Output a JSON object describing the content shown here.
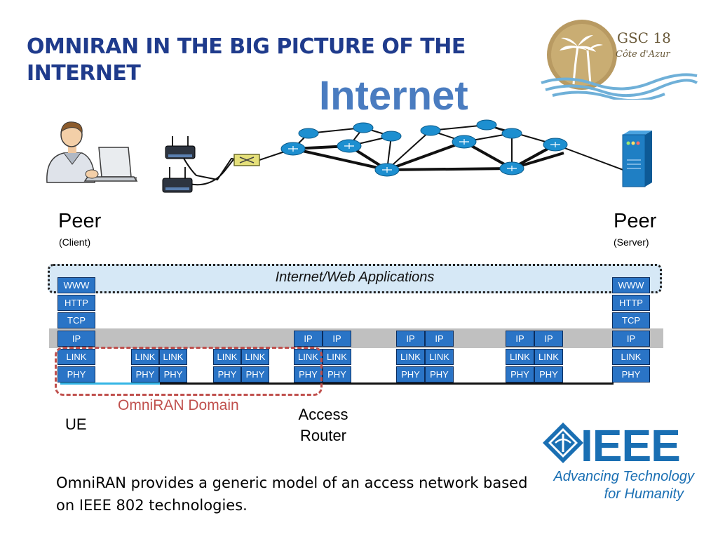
{
  "slide": {
    "title": "OMNIRAN IN THE BIG PICTURE OF THE INTERNET",
    "internet_label": "Internet"
  },
  "peers": {
    "client": {
      "label": "Peer",
      "sub": "(Client)"
    },
    "server": {
      "label": "Peer",
      "sub": "(Server)"
    }
  },
  "stack": {
    "applications_label": "Internet/Web Applications",
    "layers": [
      "WWW",
      "HTTP",
      "TCP",
      "IP",
      "LINK",
      "PHY"
    ],
    "ip": "IP",
    "link": "LINK",
    "phy": "PHY"
  },
  "labels": {
    "omniran_domain": "OmniRAN Domain",
    "ue": "UE",
    "access_router": "Access Router"
  },
  "caption": "OmniRAN provides a generic model of an access network based on IEEE 802 technologies.",
  "ieee": {
    "wordmark": "IEEE",
    "tagline_1": "Advancing Technology",
    "tagline_2": "for Humanity"
  },
  "gsc": {
    "name": "GSC 18",
    "place": "Côte d'Azur"
  },
  "colors": {
    "title": "#1f3b8c",
    "internet": "#4a7cc0",
    "protocol_box": "#2a74c6",
    "omniran": "#c0504d",
    "ieee": "#1a6fb3",
    "apps_band": "#d6e8f6",
    "ip_band": "#c0c0c0"
  },
  "icons": [
    "person-at-laptop-icon",
    "wireless-router-icon",
    "switch-icon",
    "router-icon",
    "server-icon",
    "ieee-logo-icon",
    "gsc-palm-logo-icon"
  ]
}
